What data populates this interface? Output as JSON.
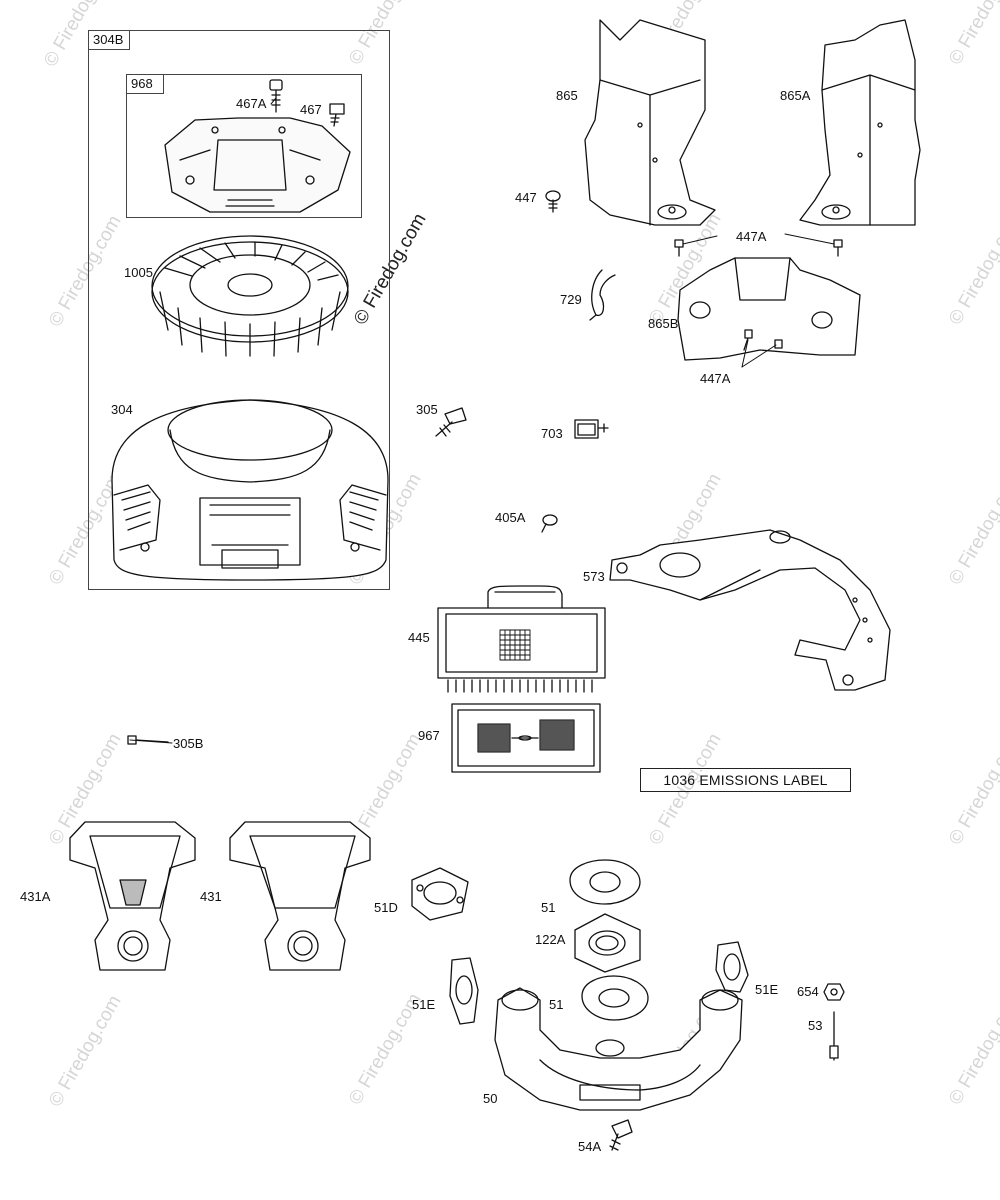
{
  "watermark": {
    "main": "© Firedog.com",
    "tile": "© Firedog.com"
  },
  "boxes": {
    "outer": "304B",
    "inner": "968"
  },
  "callouts": {
    "p467A": "467A",
    "p467": "467",
    "p1005": "1005",
    "p304": "304",
    "p865": "865",
    "p865A": "865A",
    "p447": "447",
    "p447A_top": "447A",
    "p729": "729",
    "p865B": "865B",
    "p447A_bot": "447A",
    "p305": "305",
    "p703": "703",
    "p405A": "405A",
    "p573": "573",
    "p445": "445",
    "p967": "967",
    "p305B": "305B",
    "p431A": "431A",
    "p431": "431",
    "p51D": "51D",
    "p51_top": "51",
    "p122A": "122A",
    "p51E_left": "51E",
    "p51_mid": "51",
    "p51E_right": "51E",
    "p654": "654",
    "p53": "53",
    "p50": "50",
    "p54A": "54A"
  },
  "emissions_label": "1036 EMISSIONS LABEL"
}
